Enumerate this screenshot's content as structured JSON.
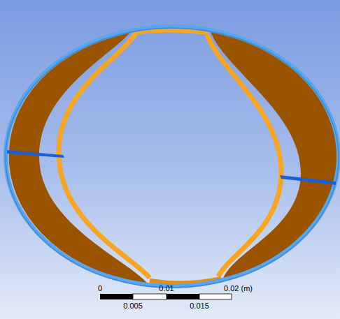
{
  "diagram": {
    "labels": [
      "0",
      "0.01",
      "0.02 (m)",
      "0.005",
      "0.015"
    ]
  }
}
